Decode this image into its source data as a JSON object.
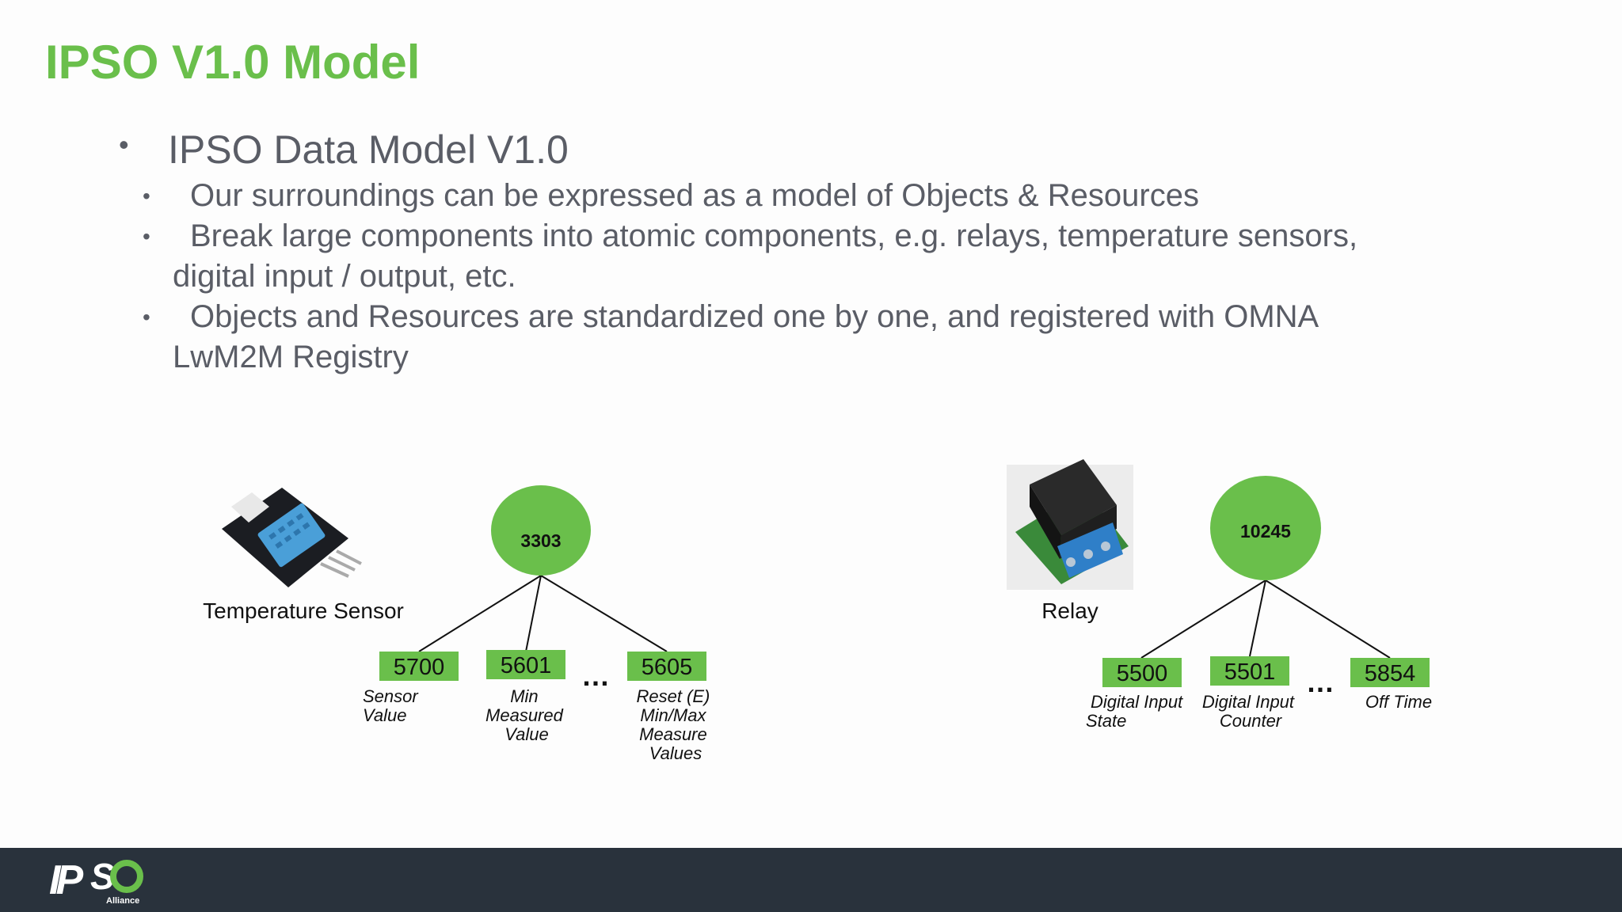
{
  "slide": {
    "title": "IPSO V1.0 Model",
    "main_bullet": "IPSO Data Model V1.0",
    "sub_bullets": [
      {
        "line1": "Our surroundings can be expressed  as a model of Objects & Resources",
        "line2": ""
      },
      {
        "line1": "Break large components into atomic components, e.g. relays, temperature sensors,",
        "line2": "digital input / output, etc."
      },
      {
        "line1": "Objects and Resources are standardized one by one, and registered with OMNA",
        "line2": "LwM2M Registry"
      }
    ]
  },
  "diagrams": {
    "temperature": {
      "caption": "Temperature Sensor",
      "object_id": "3303",
      "resources": [
        {
          "id": "5700",
          "desc": [
            "Sensor",
            "Value"
          ]
        },
        {
          "id": "5601",
          "desc": [
            "Min",
            "Measured",
            "Value"
          ]
        },
        {
          "id": "5605",
          "desc": [
            "Reset (E)",
            "Min/Max",
            "Measure",
            "Values"
          ]
        }
      ],
      "ellipsis": "…"
    },
    "relay": {
      "caption": "Relay",
      "object_id": "10245",
      "resources": [
        {
          "id": "5500",
          "desc": [
            "Digital Input",
            "State"
          ]
        },
        {
          "id": "5501",
          "desc": [
            "Digital Input",
            "Counter"
          ]
        },
        {
          "id": "5854",
          "desc": [
            "Off Time"
          ]
        }
      ],
      "ellipsis": "…"
    }
  },
  "footer": {
    "logo_text": "IPSO",
    "logo_sub": "Alliance"
  },
  "colors": {
    "accent": "#6abf4b",
    "footer": "#29323c",
    "text": "#5a5d66"
  }
}
